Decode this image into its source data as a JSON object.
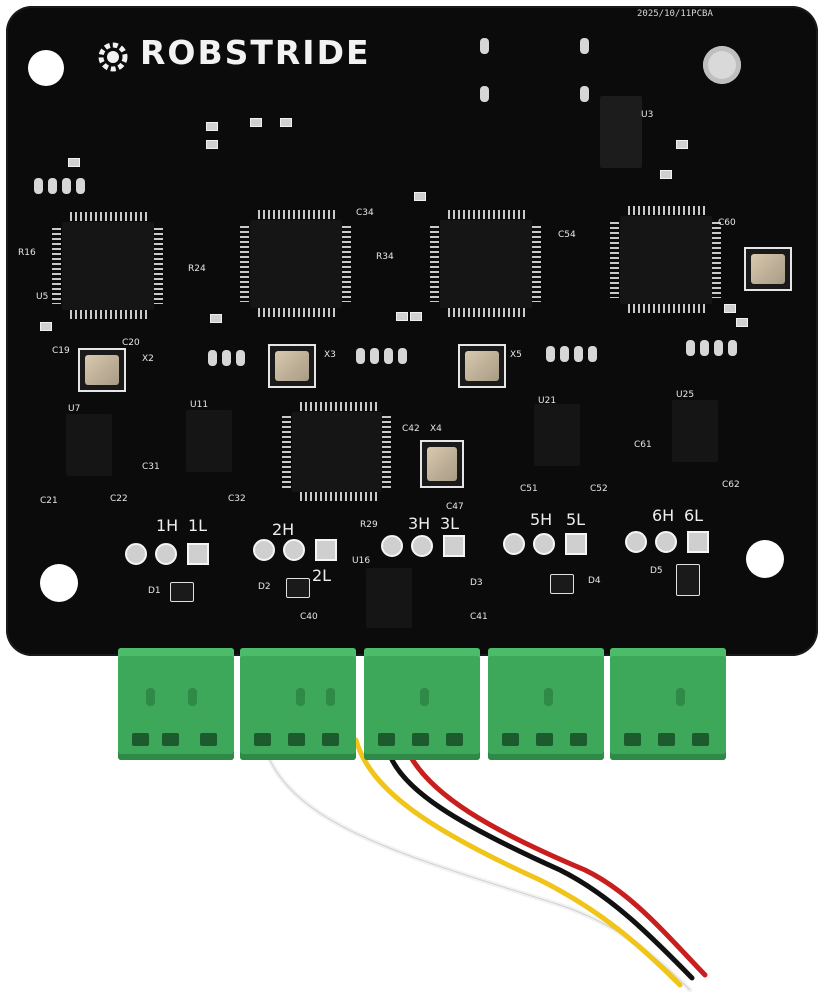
{
  "board": {
    "brand": "ROBSTRIDE",
    "date_code": "2025/10/11PCBA",
    "port_labels": [
      "1H",
      "1L",
      "2H",
      "2L",
      "3H",
      "3L",
      "5H",
      "5L",
      "6H",
      "6L"
    ],
    "refs": {
      "u5": "U5",
      "u7": "U7",
      "u11": "U11",
      "u16": "U16",
      "u21": "U21",
      "u25": "U25",
      "u3": "U3",
      "x2": "X2",
      "x3": "X3",
      "x4": "X4",
      "x5": "X5",
      "d1": "D1",
      "d2": "D2",
      "d3": "D3",
      "d4": "D4",
      "d5": "D5",
      "c20": "C20",
      "c19": "C19",
      "c21": "C21",
      "c22": "C22",
      "c31": "C31",
      "c32": "C32",
      "c40": "C40",
      "c41": "C41",
      "c42": "C42",
      "c47": "C47",
      "c51": "C51",
      "c52": "C52",
      "c61": "C61",
      "c62": "C62",
      "c34": "C34",
      "c54": "C54",
      "c60": "C60",
      "r24": "R24",
      "r29": "R29",
      "r34": "R34",
      "r16": "R16"
    }
  },
  "colors": {
    "pcb": "#0b0b0c",
    "silkscreen": "#eeeeee",
    "terminal": "#3da85a",
    "wire_white": "#f2f2f2",
    "wire_yellow": "#f0c419",
    "wire_black": "#111111",
    "wire_red": "#c81e1e"
  }
}
